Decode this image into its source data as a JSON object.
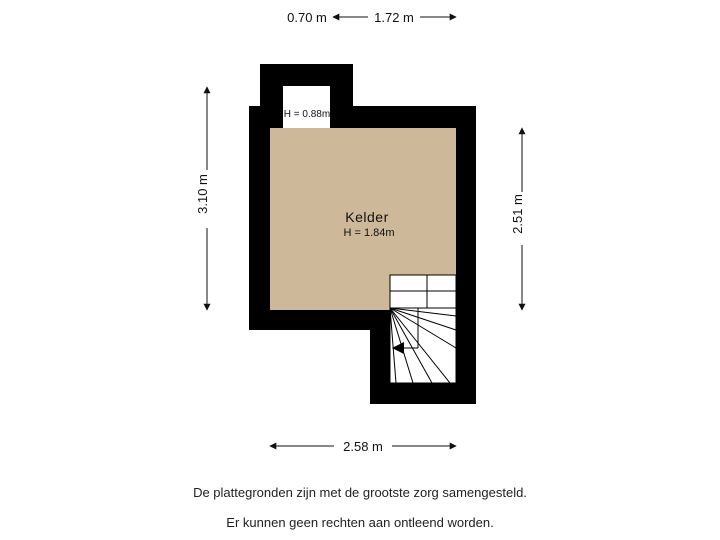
{
  "dimensions": {
    "top_left": "0.70 m",
    "top_right": "1.72 m",
    "left": "3.10 m",
    "right": "2.51 m",
    "bottom": "2.58 m"
  },
  "rooms": {
    "main_name": "Kelder",
    "main_height": "H = 1.84m",
    "niche_height": "H = 0.88m"
  },
  "colors": {
    "wall": "#000000",
    "floor": "#cdb89a",
    "stair_bg": "#ffffff"
  },
  "disclaimer": {
    "line1": "De plattegronden zijn met de grootste zorg samengesteld.",
    "line2": "Er kunnen geen rechten aan ontleend worden."
  }
}
